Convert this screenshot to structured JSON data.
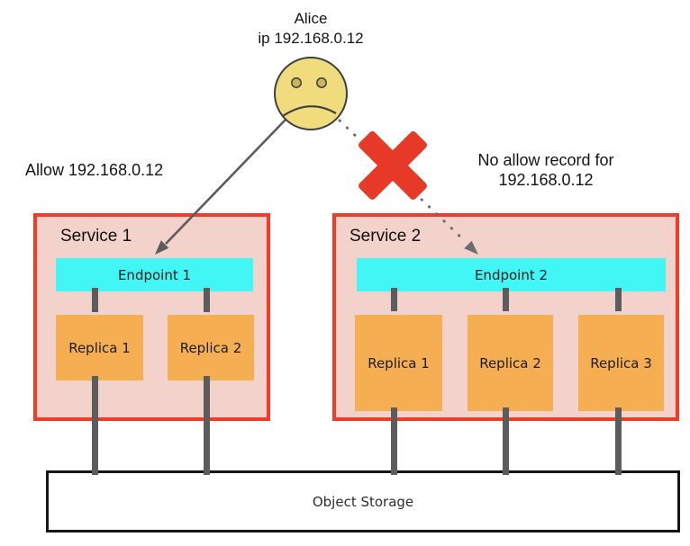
{
  "diagram": {
    "user": {
      "name": "Alice",
      "ip_label": "ip 192.168.0.12"
    },
    "allow_note": "Allow 192.168.0.12",
    "deny_note": {
      "line1": "No allow record for",
      "line2": "192.168.0.12"
    },
    "services": [
      {
        "title": "Service 1",
        "endpoint": "Endpoint 1",
        "replicas": [
          "Replica 1",
          "Replica 2"
        ]
      },
      {
        "title": "Service 2",
        "endpoint": "Endpoint 2",
        "replicas": [
          "Replica 1",
          "Replica 2",
          "Replica 3"
        ]
      }
    ],
    "storage": {
      "label": "Object Storage"
    },
    "icons": {
      "blocked": "x-cross-icon",
      "user": "sad-face-icon",
      "allowed_path": "solid-arrow",
      "blocked_path": "dotted-arrow"
    },
    "colors": {
      "service_border": "#f43b28",
      "service_fill": "#f3d2cc",
      "endpoint_fill": "#43f6f6",
      "replica_fill": "#f5af52",
      "connector_gray": "#5c5c5c",
      "blocked_x_red": "#e63928",
      "face_yellow": "#f0dc7c",
      "storage_border": "#151515",
      "text": "#141414"
    }
  }
}
